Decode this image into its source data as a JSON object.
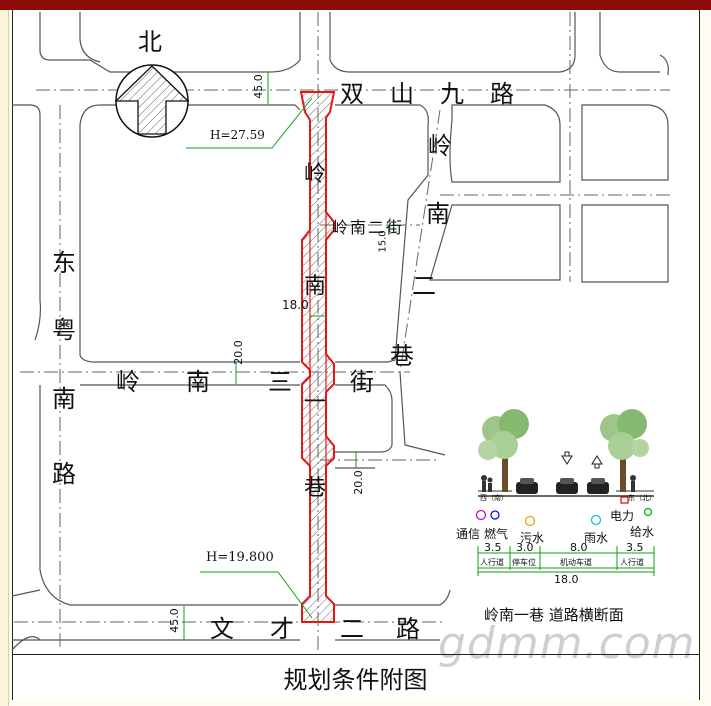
{
  "caption": "规划条件附图",
  "north_label": "北",
  "roads": {
    "shuangshan_9": [
      "双",
      "山",
      "九",
      "路"
    ],
    "wencai_2": [
      "文",
      "才",
      "二",
      "路"
    ],
    "dongyue_south": [
      "东",
      "粤",
      "南",
      "路"
    ],
    "lingnan_3_street": [
      "岭",
      "南",
      "三",
      "街"
    ],
    "lingnan_1_lane_v": [
      "岭",
      "南",
      "一",
      "巷"
    ],
    "lingnan_2_lane": [
      "岭",
      "南",
      "二",
      "巷"
    ],
    "lingnan_2_street": "岭南二街"
  },
  "elevations": {
    "north": "H=27.59",
    "south": "H=19.800"
  },
  "dimensions": {
    "top_width": "45.0",
    "bottom_width": "45.0",
    "road_width": "18.0",
    "right_street": "15.0",
    "left_street": "20.0",
    "lower_street": "20.0"
  },
  "cross_section": {
    "title": "岭南一巷 道路横断面",
    "side_left": "西（南）",
    "side_right": "东（北）",
    "utilities": [
      {
        "label": "通信",
        "color": "#c000c0"
      },
      {
        "label": "燃气",
        "color": "#0000ff"
      },
      {
        "label": "污水",
        "color": "#e8a000"
      },
      {
        "label": "雨水",
        "color": "#00c0e0"
      },
      {
        "label": "电力",
        "color": "#e00000"
      },
      {
        "label": "给水",
        "color": "#00b000"
      }
    ],
    "segments": [
      {
        "width": "3.5",
        "label": "人行道"
      },
      {
        "width": "3.0",
        "label": "停车位"
      },
      {
        "width": "8.0",
        "label": "机动车道"
      },
      {
        "width": "3.5",
        "label": "人行道"
      }
    ],
    "total": "18.0"
  },
  "watermark": "gdmm.com"
}
